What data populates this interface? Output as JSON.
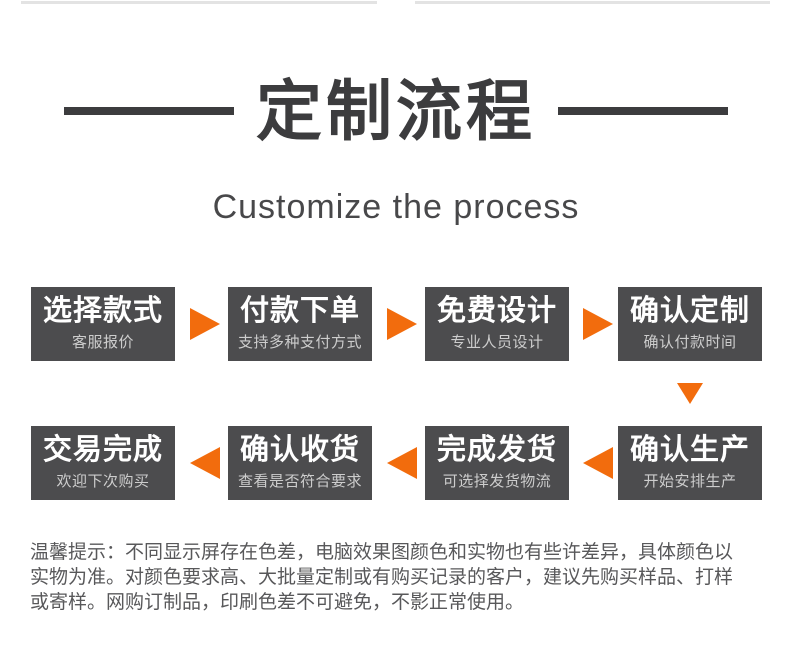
{
  "header": {
    "title": "定制流程",
    "subtitle": "Customize the process"
  },
  "colors": {
    "accent_orange": "#f26c0d",
    "box_gray": "#4c4c4e",
    "title_gray": "#3c3c3e",
    "subtitle_gray": "#48484a",
    "note_gray": "#58585a"
  },
  "icons": {
    "row1_connector": "arrow-right-icon",
    "row_transition": "arrow-down-icon",
    "row2_connector": "arrow-left-icon"
  },
  "flow": {
    "row1": [
      {
        "title": "选择款式",
        "subtitle": "客服报价"
      },
      {
        "title": "付款下单",
        "subtitle": "支持多种支付方式"
      },
      {
        "title": "免费设计",
        "subtitle": "专业人员设计"
      },
      {
        "title": "确认定制",
        "subtitle": "确认付款时间"
      }
    ],
    "row2": [
      {
        "title": "交易完成",
        "subtitle": "欢迎下次购买"
      },
      {
        "title": "确认收货",
        "subtitle": "查看是否符合要求"
      },
      {
        "title": "完成发货",
        "subtitle": "可选择发货物流"
      },
      {
        "title": "确认生产",
        "subtitle": "开始安排生产"
      }
    ]
  },
  "footer_note": {
    "lines": [
      "温馨提示：不同显示屏存在色差，电脑效果图颜色和实物也有些许差异，具体颜色以",
      "实物为准。对颜色要求高、大批量定制或有购买记录的客户，建议先购买样品、打样",
      "或寄样。网购订制品，印刷色差不可避免，不影正常使用。"
    ]
  }
}
